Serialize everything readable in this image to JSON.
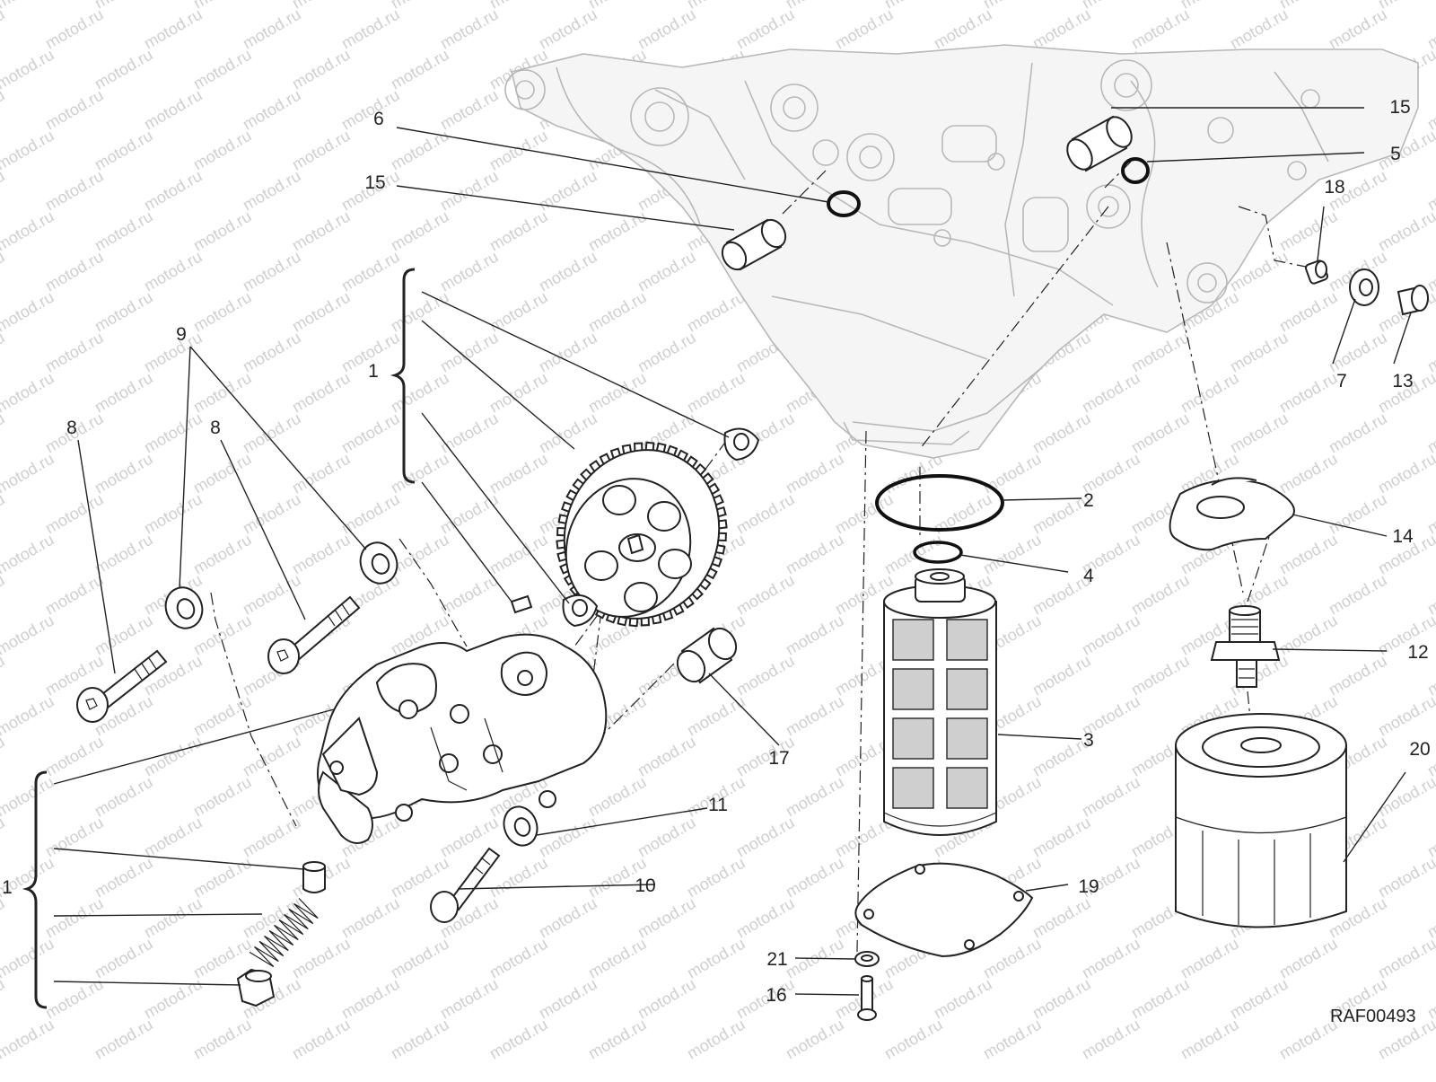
{
  "diagram": {
    "drawing_code": "RAF00493",
    "watermark_text": "motod.ru",
    "callouts": {
      "c1a": "1",
      "c1b": "1",
      "c2": "2",
      "c3": "3",
      "c4": "4",
      "c5": "5",
      "c6": "6",
      "c7": "7",
      "c8a": "8",
      "c8b": "8",
      "c9": "9",
      "c10": "10",
      "c11": "11",
      "c12": "12",
      "c13": "13",
      "c14": "14",
      "c15a": "15",
      "c15b": "15",
      "c16": "16",
      "c17": "17",
      "c18": "18",
      "c19": "19",
      "c20": "20",
      "c21": "21"
    },
    "colors": {
      "line": "#222222",
      "ghost_line": "#b8b8b8",
      "mesh_fill": "#cfcfcf",
      "watermark": "#cfcfcf",
      "background": "#ffffff"
    }
  }
}
